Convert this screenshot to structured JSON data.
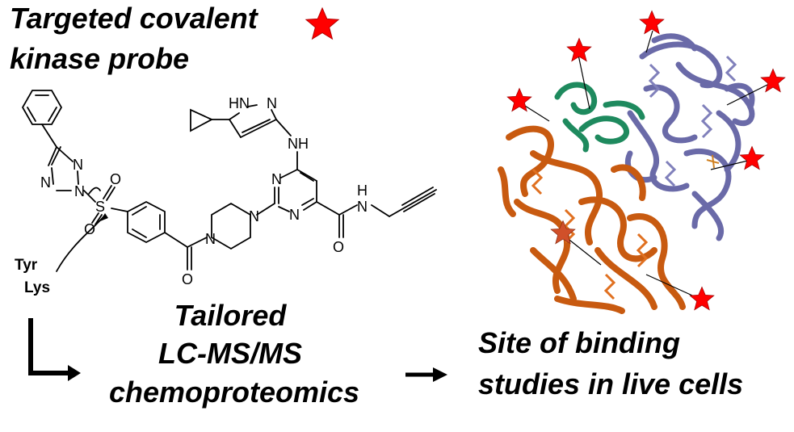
{
  "title": {
    "line1": "Targeted covalent",
    "line2": "kinase probe"
  },
  "residues": {
    "tyr": "Tyr",
    "lys": "Lys"
  },
  "method": {
    "line1": "Tailored",
    "line2": "LC-MS/MS",
    "line3": "chemoproteomics"
  },
  "outcome": {
    "line1": "Site of binding",
    "line2": "studies in live cells"
  },
  "atoms": {
    "n": "N",
    "o": "O",
    "s": "S",
    "hn": "HN",
    "nh": "NH",
    "h": "H"
  },
  "colors": {
    "star": "#ff0000",
    "protein_orange": "#c85a10",
    "protein_purple": "#6a6aa8",
    "protein_green": "#1e8a5e",
    "text": "#000000"
  },
  "icons": {
    "star": "red-star-icon",
    "arrow": "right-arrow-icon"
  }
}
